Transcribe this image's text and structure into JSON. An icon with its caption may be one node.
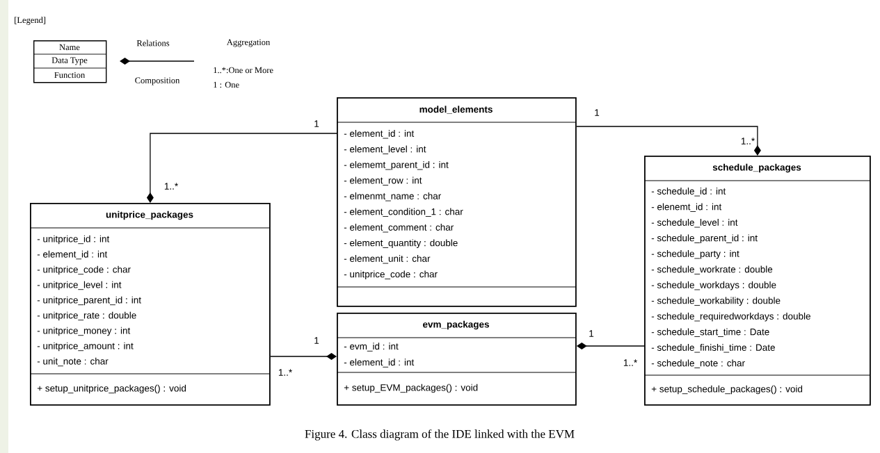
{
  "diagram": {
    "caption": "Figure 4. Class diagram of the IDE linked with the EVM",
    "nodes": [
      {
        "text": [
          "Name",
          "Data Type",
          "Function"
        ]
      },
      {
        "text": [
          "model_elements",
          "- element_id : int",
          "- element_level : int",
          "- elememt_parent_id : int",
          "- element_row : int",
          "- elmenmt_name : char",
          "- element_condition_1 : char",
          "- element_comment : char",
          "- element_quantity : double",
          "- element_unit : char",
          "- unitprice_code : char"
        ]
      },
      {
        "text": [
          "unitprice_packages",
          "- unitprice_id : int",
          "- element_id : int",
          "- unitprice_code : char",
          "- unitprice_level : int",
          "- unitprice_parent_id : int",
          "- unitprice_rate : double",
          "- unitprice_money : int",
          "- unitprice_amount : int",
          "- unit_note : char",
          "+ setup_unitprice_packages() : void"
        ]
      },
      {
        "text": [
          "schedule_packages",
          "- schedule_id : int",
          "- elenemt_id : int",
          "- schedule_level : int",
          "- schedule_parent_id : int",
          "- schedule_party : int",
          "- schedule_workrate : double",
          "- schedule_workdays : double",
          "- schedule_workability : double",
          "- schedule_requiredworkdays : double",
          "- schedule_start_time : Date",
          "- schedule_finishi_time : Date",
          "- schedule_note : char",
          "+ setup_schedule_packages() : void"
        ]
      },
      {
        "text": [
          "evm_packages",
          "- evm_id : int",
          "- element_id : int",
          "+ setup_EVM_packages() : void"
        ]
      }
    ],
    "edges": [
      {
        "from": 1,
        "to": 2,
        "arrow": "other"
      },
      {
        "from": 1,
        "to": 3,
        "arrow": "other"
      },
      {
        "from": 2,
        "to": 4,
        "arrow": "other"
      },
      {
        "from": 3,
        "to": 4,
        "arrow": "other"
      }
    ],
    "labels": [
      "[Legend]",
      "Relations",
      "Aggregation",
      "1..*:One or More",
      "Composition",
      "1 : One",
      "1",
      "1..*",
      "1",
      "1..*",
      "1",
      "1..*",
      "1",
      "1..*"
    ]
  }
}
